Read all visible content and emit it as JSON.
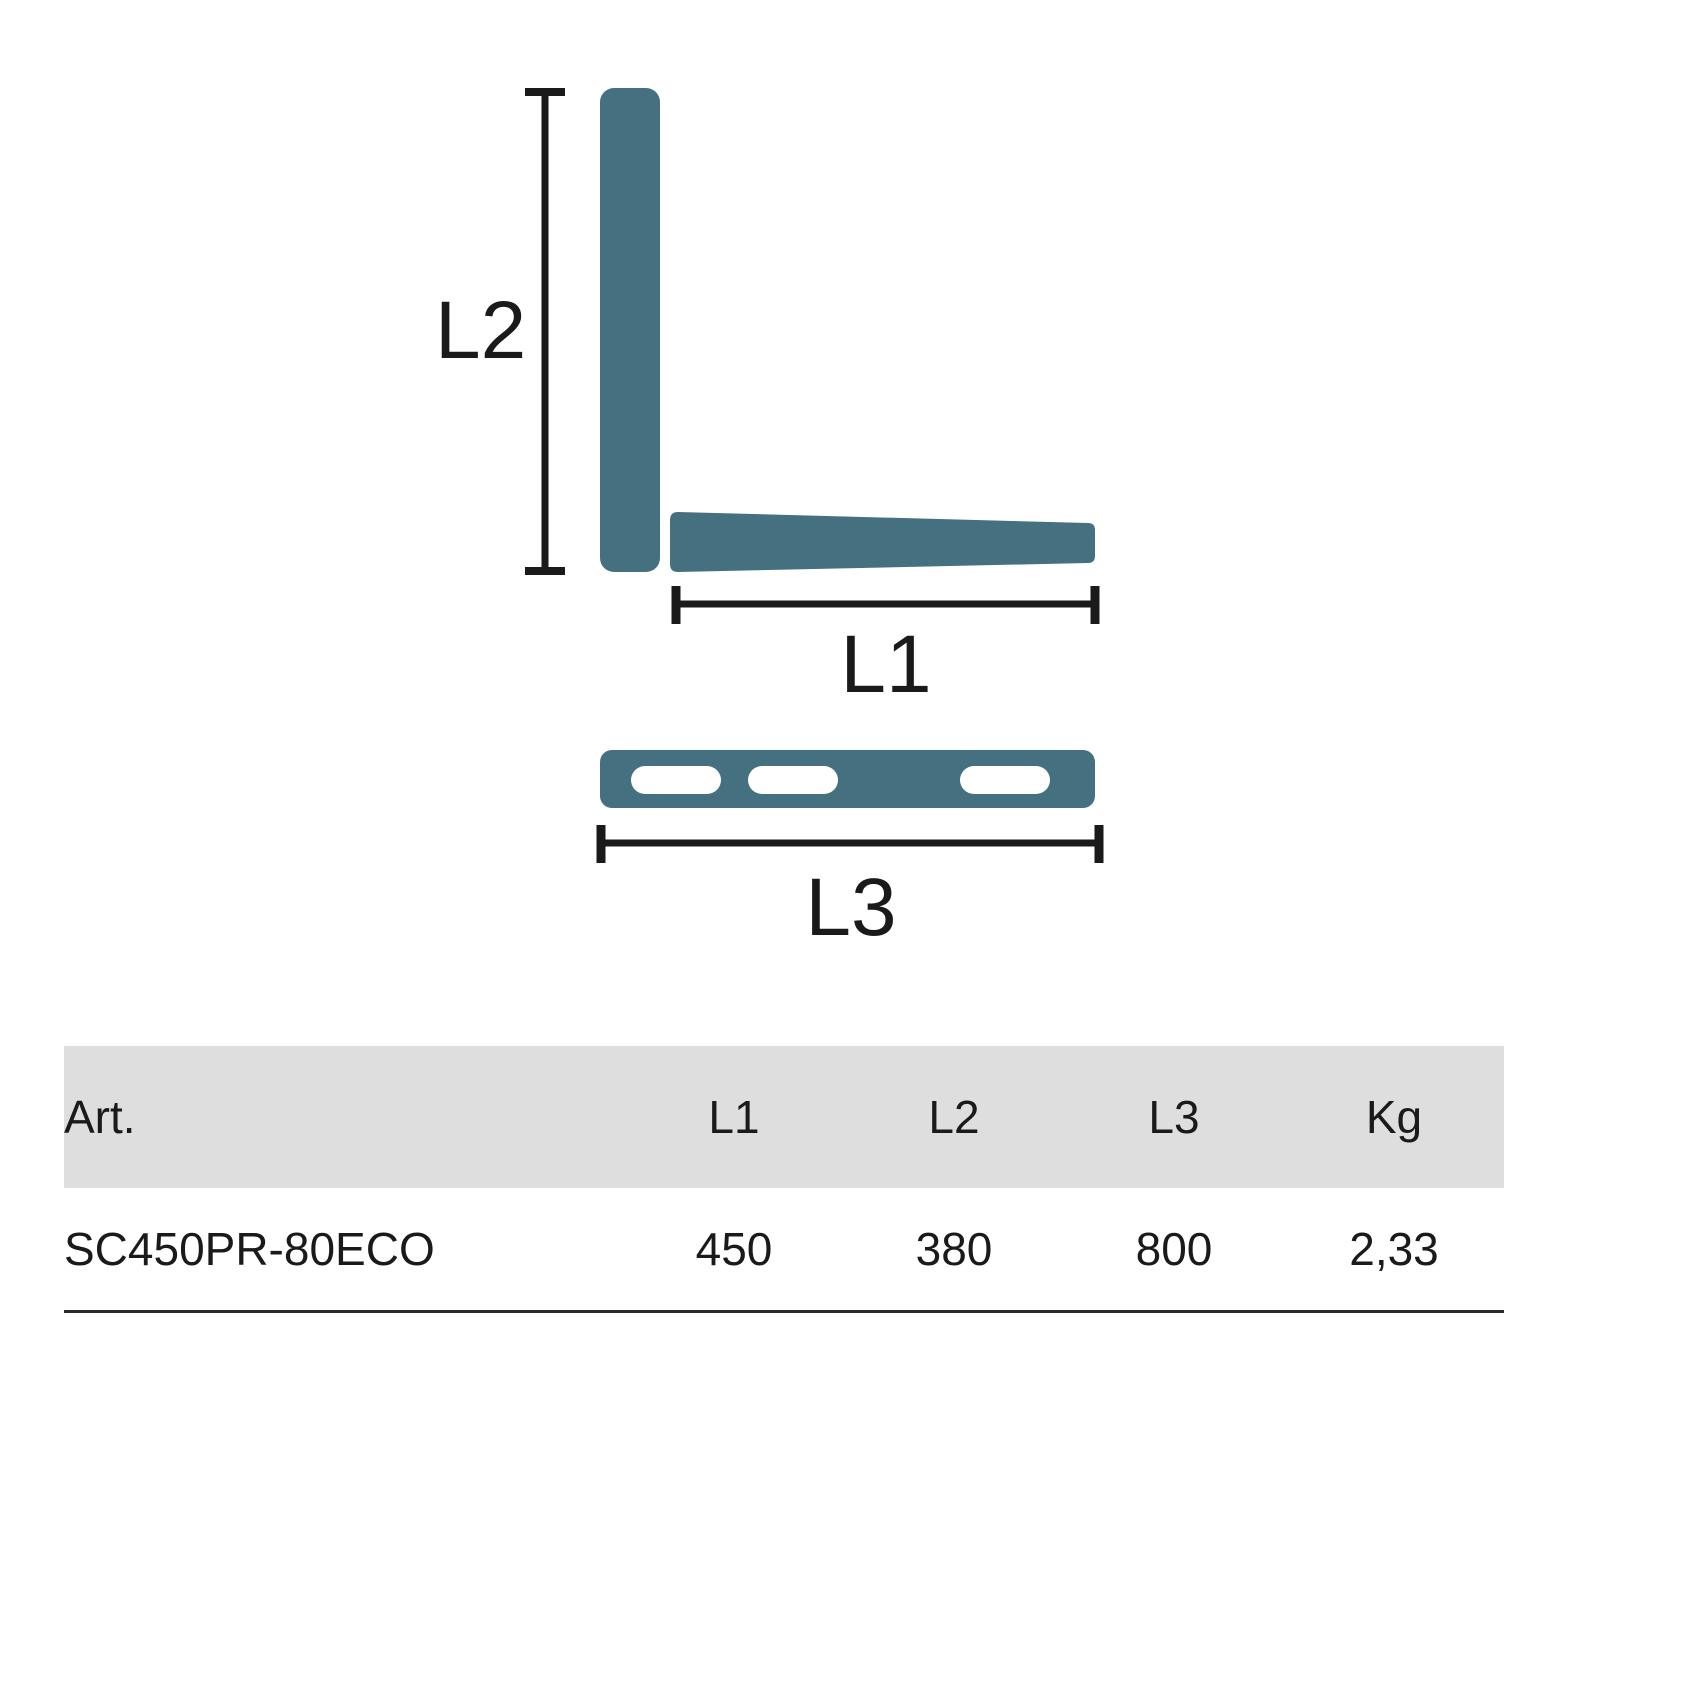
{
  "diagram": {
    "part_color": "#44707f",
    "line_color": "#1a1a1a",
    "labels": {
      "l2": "L2",
      "l1": "L1",
      "l3": "L3"
    },
    "views": {
      "side_view_name": "L-bracket side profile",
      "plate_view_name": "mounting plate top view",
      "slot_count": 3
    }
  },
  "table": {
    "header_background": "#dedede",
    "article_color": "#3d6e80",
    "columns": [
      "Art.",
      "L1",
      "L2",
      "L3",
      "Kg"
    ],
    "rows": [
      {
        "art": "SC450PR-80ECO",
        "l1": "450",
        "l2": "380",
        "l3": "800",
        "kg": "2,33"
      }
    ]
  }
}
